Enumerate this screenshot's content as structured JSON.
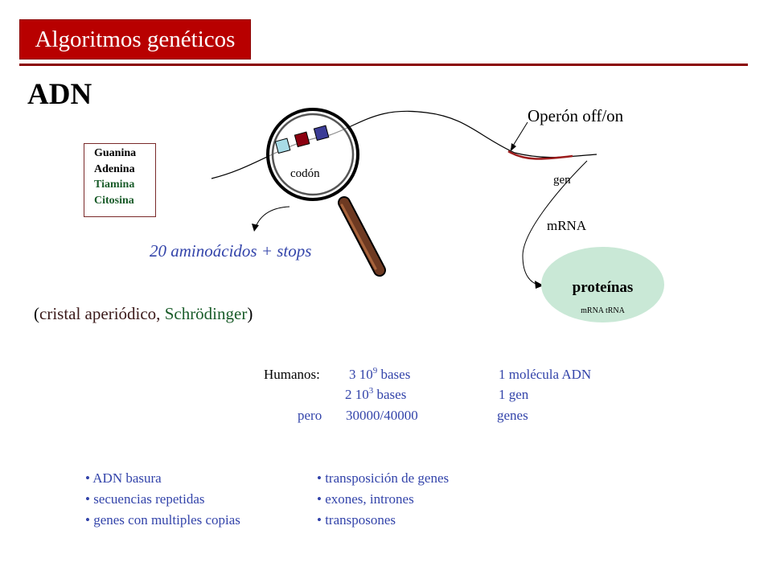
{
  "header": {
    "title": "Algoritmos genéticos",
    "heading": "ADN"
  },
  "bases": [
    "Guanina",
    "Adenina",
    "Tiamina",
    "Citosina"
  ],
  "base_colors": [
    "#000000",
    "#000000",
    "#1a5c2a",
    "#1a5c2a"
  ],
  "diagram": {
    "operon": "Operón off/on",
    "codon": "codón",
    "gen": "gen",
    "mrna": "mRNA",
    "protein": "proteínas",
    "rna_types": "mRNA tRNA",
    "amino": "20 aminoácidos + stops",
    "crystal_open": "(",
    "crystal_main": "cristal aperiódico,",
    "crystal_name": "Schrödinger",
    "crystal_close": ")",
    "codon_colors": [
      "#a8dbe6",
      "#8b0010",
      "#3b3c96"
    ]
  },
  "stats": {
    "humanos_label": "Humanos:",
    "row1_coef": "3 10",
    "row1_exp": "9",
    "row1_unit": "bases",
    "row1_desc": "1 molécula ADN",
    "row2_coef": "2 10",
    "row2_exp": "3",
    "row2_unit": "bases",
    "row2_desc": "1 gen",
    "pero_label": "pero",
    "row3_value": "30000/40000",
    "row3_desc": "genes"
  },
  "bullets_left": [
    "ADN basura",
    "secuencias repetidas",
    "genes con multiples copias"
  ],
  "bullets_right": [
    "transposición de genes",
    "exones, intrones",
    "transposones"
  ],
  "colors": {
    "title_bg": "#b80000",
    "accent_blue": "#3344aa",
    "protein_fill": "#c9e8d6",
    "crystal_green": "#1a5c2a"
  }
}
